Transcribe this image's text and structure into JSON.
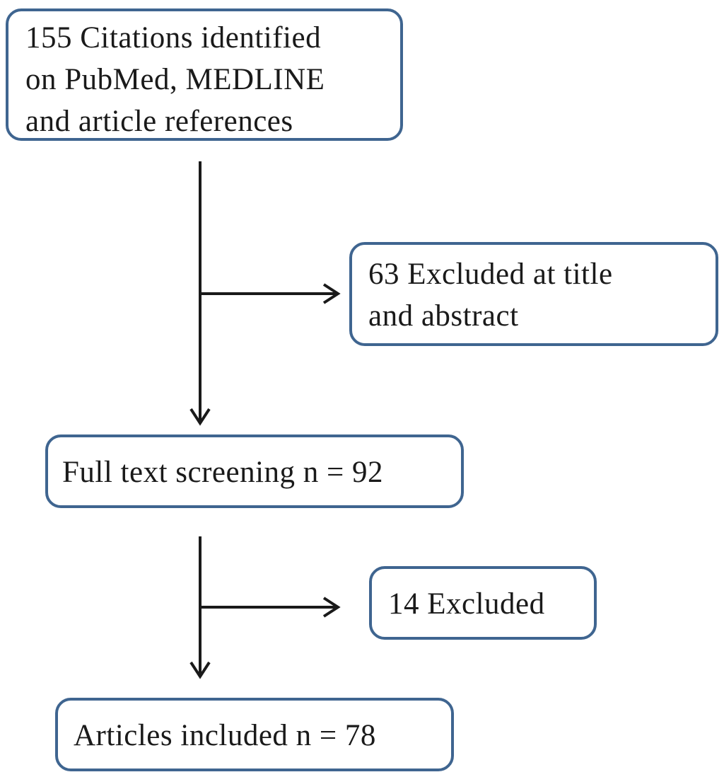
{
  "boxes": {
    "citations": {
      "lines": [
        "155 Citations identified",
        "on PubMed, MEDLINE",
        "and article references"
      ]
    },
    "excluded_title_abstract": {
      "lines": [
        "63 Excluded at title",
        "and abstract"
      ]
    },
    "full_text": {
      "lines": [
        "Full text screening n = 92"
      ]
    },
    "excluded_full_text": {
      "lines": [
        "14 Excluded"
      ]
    },
    "included": {
      "lines": [
        "Articles included n = 78"
      ]
    }
  },
  "colors": {
    "box_border": "#3f6590",
    "arrow": "#1a1a1a"
  }
}
